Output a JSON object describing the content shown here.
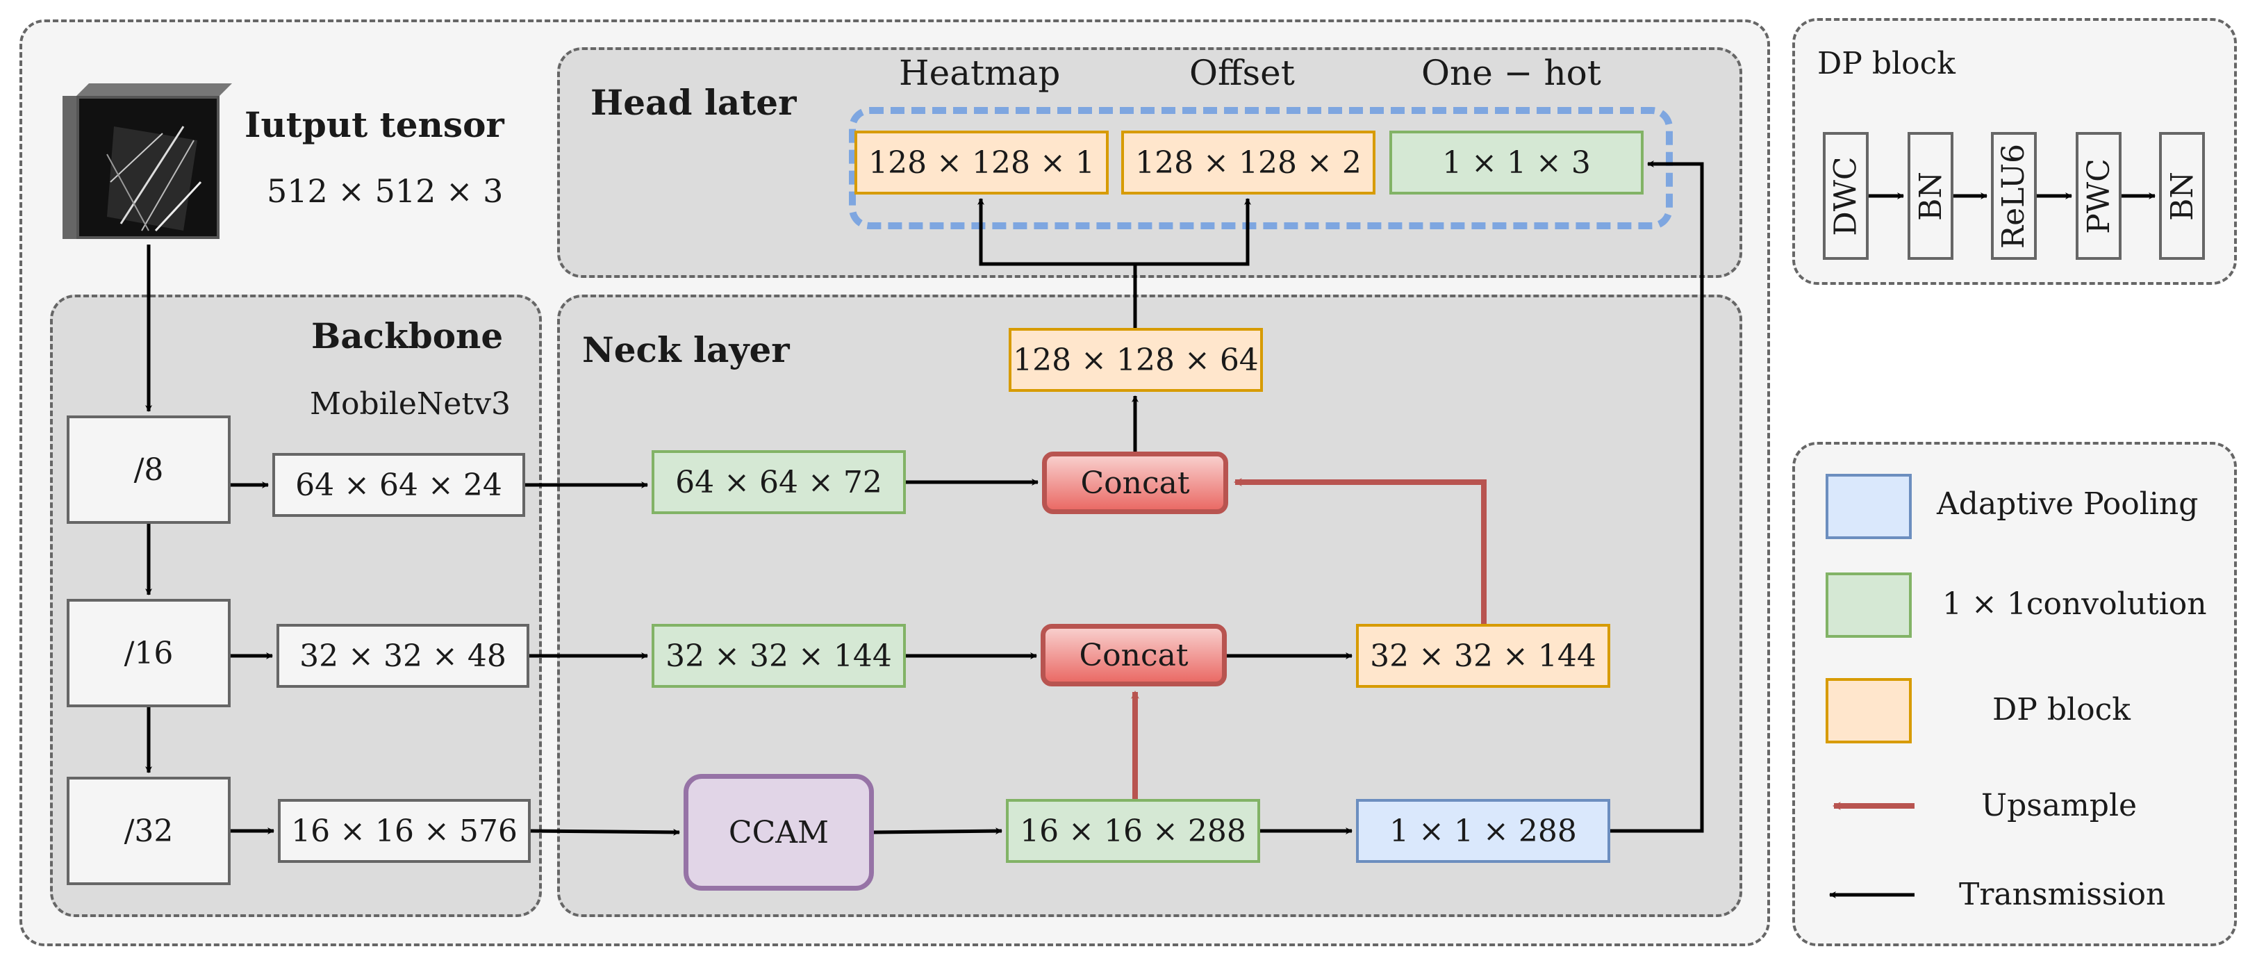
{
  "input": {
    "title": "Iutput tensor",
    "size": "512 × 512 × 3"
  },
  "backbone": {
    "title": "Backbone",
    "subtitle": "MobileNetv3",
    "stages": [
      "/8",
      "/16",
      "/32"
    ],
    "features": [
      "64 × 64 × 24",
      "32 × 32 × 48",
      "16 × 16 × 576"
    ]
  },
  "neck": {
    "title": "Neck layer",
    "conv1": "64 × 64 × 72",
    "conv2": "32 × 32 × 144",
    "ccam": "CCAM",
    "conv3": "16 × 16 × 288",
    "concat1": "Concat",
    "concat2": "Concat",
    "dp_mid": "32 × 32 × 144",
    "pool": "1 × 1 × 288",
    "dp_top": "128 × 128 × 64"
  },
  "head": {
    "title": "Head later",
    "labels": [
      "Heatmap",
      "Offset",
      "One − hot"
    ],
    "outputs": [
      "128 × 128 × 1",
      "128 × 128 × 2",
      "1 × 1 × 3"
    ]
  },
  "dp_block": {
    "title": "DP block",
    "steps": [
      "DWC",
      "BN",
      "ReLU6",
      "PWC",
      "BN"
    ]
  },
  "legend": [
    {
      "label": "Adaptive Pooling",
      "kind": "blue"
    },
    {
      "label": "1 × 1convolution",
      "kind": "green"
    },
    {
      "label": "DP block",
      "kind": "orange"
    },
    {
      "label": "Upsample",
      "kind": "red-arrow"
    },
    {
      "label": "Transmission",
      "kind": "black-arrow"
    }
  ],
  "colors": {
    "adaptive_pooling": "#dae8fc",
    "convolution": "#d5e8d4",
    "dp_block": "#ffe6cc",
    "concat": "#f8cecc",
    "ccam": "#e1d5e7",
    "upsample_arrow": "#b85450",
    "head_group_outline": "#7ea6e0"
  }
}
